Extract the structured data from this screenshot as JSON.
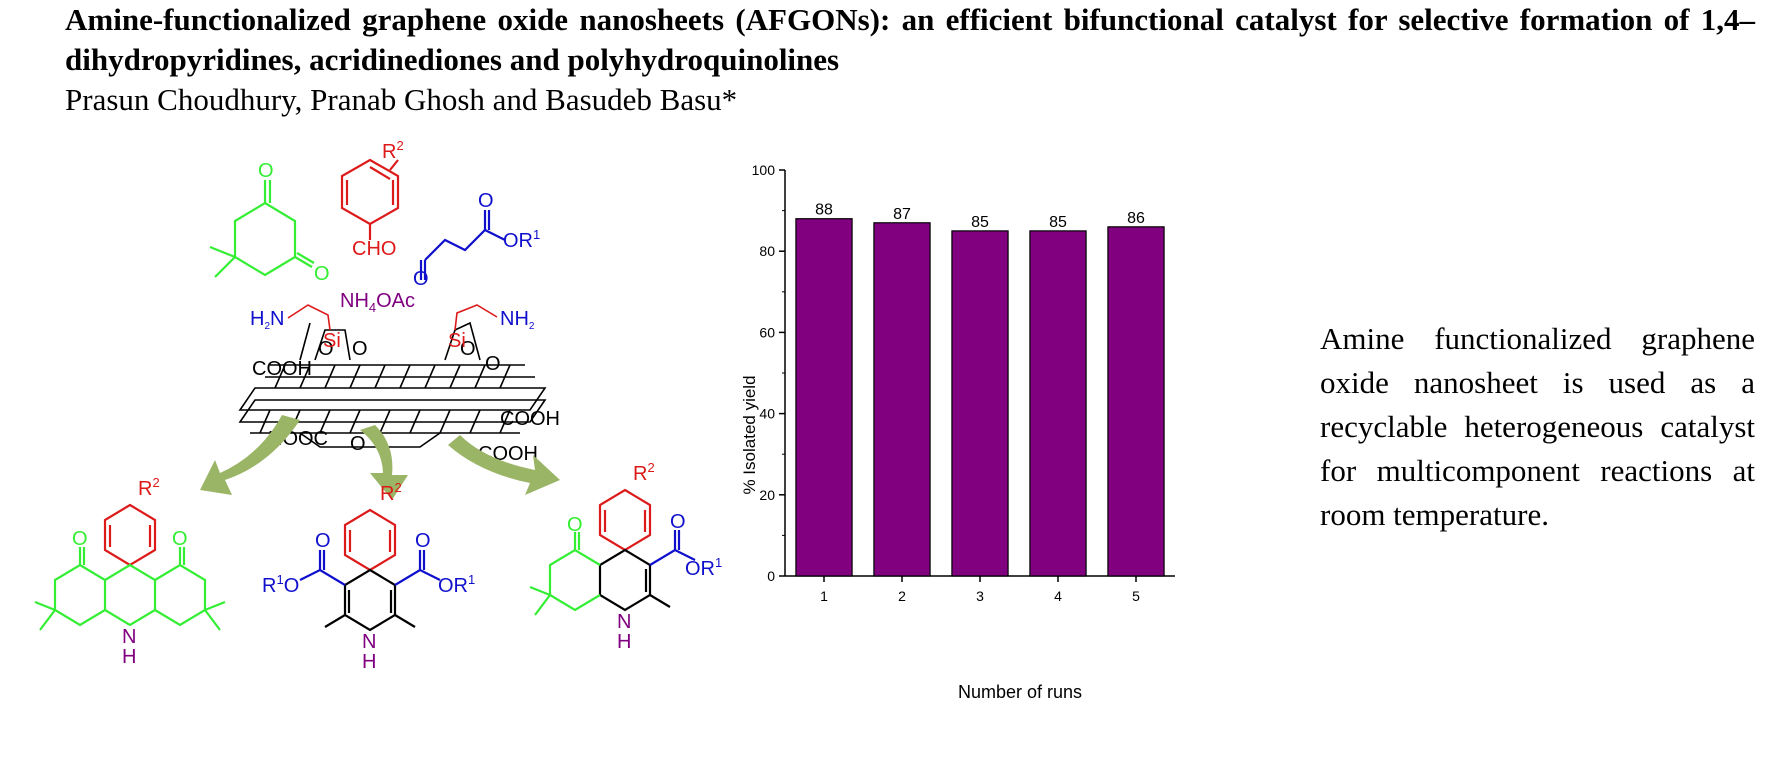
{
  "header": {
    "title": "Amine-functionalized graphene oxide nanosheets (AFGONs): an efficient bifunctional catalyst for selective formation of 1,4–dihydropyridines, acridinediones and polyhydroquinolines",
    "authors": "Prasun Choudhury, Pranab Ghosh and Basudeb Basu*"
  },
  "scheme": {
    "labels": {
      "r2": "R",
      "sup2": "2",
      "r1": "R",
      "sup1": "1",
      "cho": "CHO",
      "o": "O",
      "or1_prefix": "OR",
      "nh4oac_a": "NH",
      "nh4oac_sub": "4",
      "nh4oac_b": "OAc",
      "h2n": "H",
      "h2n_sub": "2",
      "h2n_n": "N",
      "nh2": "NH",
      "nh2_sub": "2",
      "si": "Si",
      "cooh": "COOH",
      "hooc": "HOOC",
      "nh": "N",
      "h": "H"
    },
    "colors": {
      "green": "#33ee33",
      "red": "#dd1a1a",
      "blue": "#1010cc",
      "purple": "#800080",
      "arrow": "#9bb567"
    }
  },
  "chart_data": {
    "type": "bar",
    "categories": [
      "1",
      "2",
      "3",
      "4",
      "5"
    ],
    "values": [
      88,
      87,
      85,
      85,
      86
    ],
    "data_labels": [
      "88",
      "87",
      "85",
      "85",
      "86"
    ],
    "xlabel": "Number of runs",
    "ylabel": "% Isolated yield",
    "ylim": [
      0,
      100
    ],
    "yticks": [
      "0",
      "20",
      "40",
      "60",
      "80",
      "100"
    ],
    "bar_color": "#800080",
    "grid": false
  },
  "caption": "Amine functionalized graphene oxide nanosheet is used as a recyclable heterogeneous catalyst for multicomponent reactions at room temperature."
}
